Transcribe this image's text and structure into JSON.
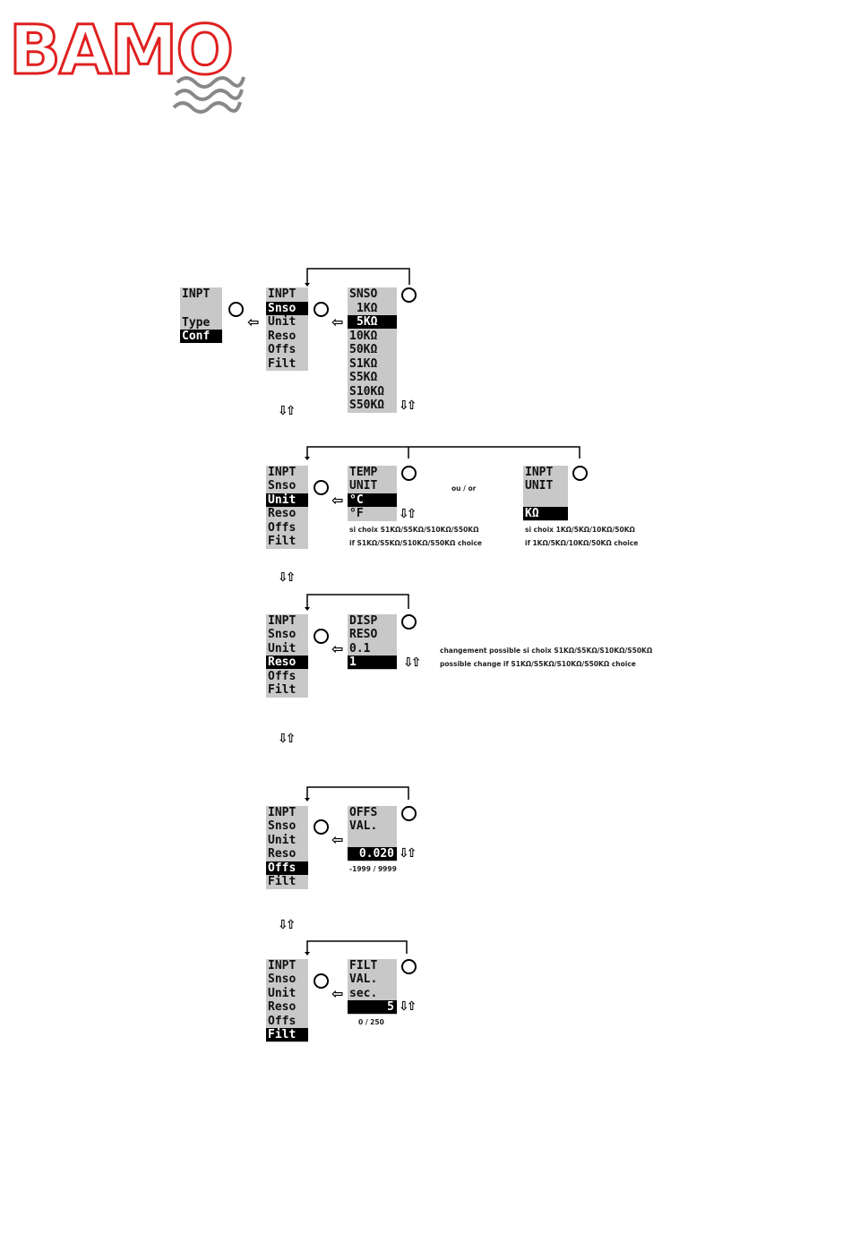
{
  "logo": {
    "text": "BAMO"
  },
  "icons": {
    "knob": "knob-icon",
    "enter": "enter-arrow-icon",
    "scroll": "up-down-arrows-icon"
  },
  "colors": {
    "menu_bg": "#c8c8c8",
    "selection": "#000000",
    "logo_red": "#e02020"
  },
  "step1": {
    "root_menu": [
      "INPT",
      "",
      "Type",
      "Conf"
    ],
    "input_menu": [
      "INPT",
      "Snso",
      "Unit",
      "Reso",
      "Offs",
      "Filt"
    ],
    "sensor_menu": [
      "SNSO",
      "1KΩ",
      "5KΩ",
      "10KΩ",
      "50KΩ",
      "S1KΩ",
      "S5KΩ",
      "S10KΩ",
      "S50KΩ"
    ]
  },
  "step2": {
    "input_menu": [
      "INPT",
      "Snso",
      "Unit",
      "Reso",
      "Offs",
      "Filt"
    ],
    "temp_menu": [
      "TEMP",
      "UNIT",
      "°C",
      "°F"
    ],
    "or_label": "ou / or",
    "note_fr": "si choix  S1KΩ/S5KΩ/S10KΩ/S50KΩ",
    "note_en": "if S1KΩ/S5KΩ/S10KΩ/S50KΩ choice",
    "unit_menu": [
      "INPT",
      "UNIT",
      "",
      "KΩ"
    ],
    "note2_fr": "si choix  1KΩ/5KΩ/10KΩ/50KΩ",
    "note2_en": "if 1KΩ/5KΩ/10KΩ/50KΩ choice"
  },
  "step3": {
    "input_menu": [
      "INPT",
      "Snso",
      "Unit",
      "Reso",
      "Offs",
      "Filt"
    ],
    "reso_menu": [
      "DISP",
      "RESO",
      "0.1",
      "1"
    ],
    "note_fr": "changement possible si choix  S1KΩ/S5KΩ/S10KΩ/S50KΩ",
    "note_en": "possible change if S1KΩ/S5KΩ/S10KΩ/S50KΩ choice"
  },
  "step4": {
    "input_menu": [
      "INPT",
      "Snso",
      "Unit",
      "Reso",
      "Offs",
      "Filt"
    ],
    "offs_menu": [
      "OFFS",
      "VAL.",
      "",
      "0.020"
    ],
    "range": "-1999 / 9999"
  },
  "step5": {
    "input_menu": [
      "INPT",
      "Snso",
      "Unit",
      "Reso",
      "Offs",
      "Filt"
    ],
    "filt_menu": [
      "FILT",
      "VAL.",
      "sec.",
      "5"
    ],
    "range": "0 / 250"
  },
  "scroll_symbol": "⇩⇧",
  "enter_symbol": "⇦"
}
